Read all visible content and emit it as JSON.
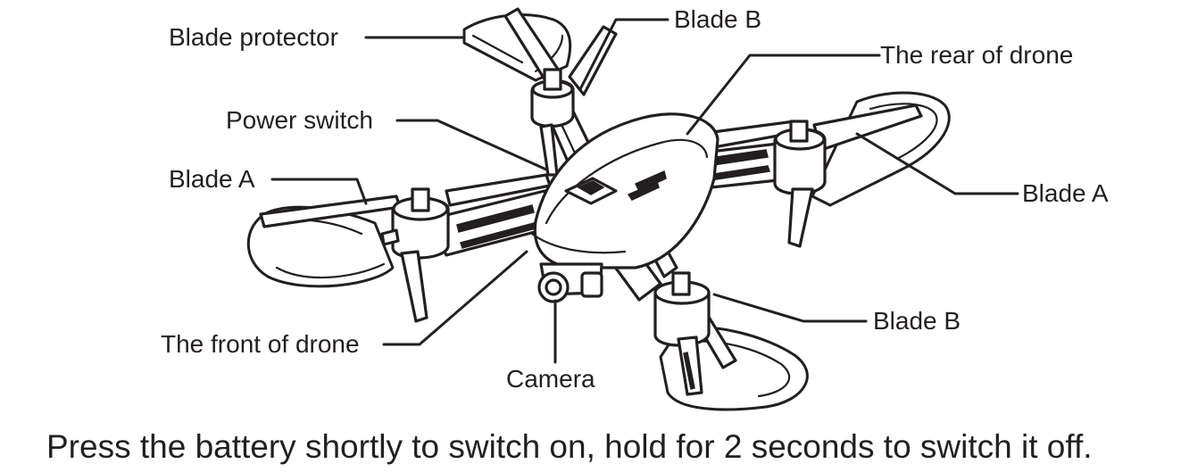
{
  "diagram": {
    "labels": {
      "blade_protector": "Blade protector",
      "blade_b_top": "Blade B",
      "rear_of_drone": "The rear of drone",
      "power_switch": "Power switch",
      "blade_a_left": "Blade A",
      "blade_a_right": "Blade A",
      "blade_b_bottom": "Blade B",
      "front_of_drone": "The front of drone",
      "camera": "Camera"
    },
    "caption": "Press the battery shortly to switch on, hold for 2 seconds to switch it off."
  }
}
